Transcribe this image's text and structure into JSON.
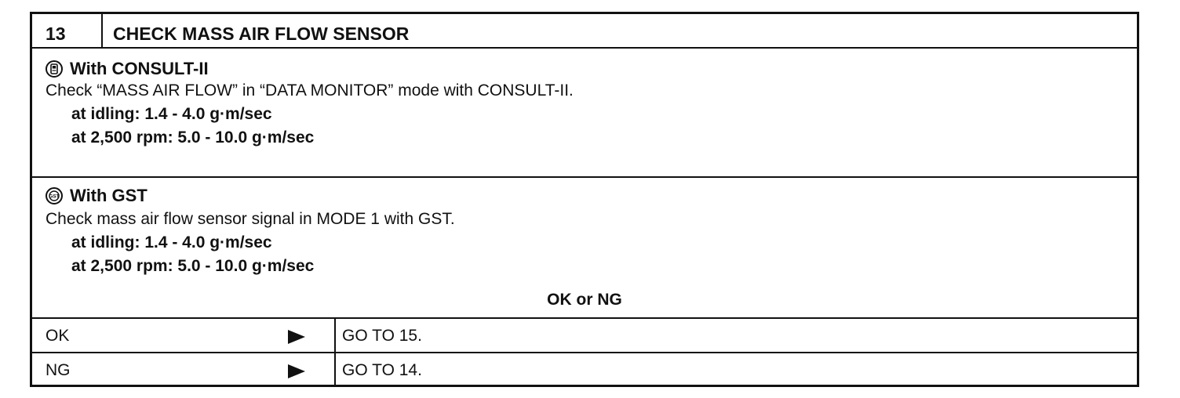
{
  "header": {
    "step": "13",
    "title": "CHECK MASS AIR FLOW SENSOR"
  },
  "section_consult": {
    "heading": "With CONSULT-II",
    "instruction": "Check “MASS AIR FLOW” in “DATA MONITOR” mode with CONSULT-II.",
    "spec_idle": "at idling: 1.4 - 4.0 g·m/sec",
    "spec_rpm": "at 2,500 rpm: 5.0 - 10.0 g·m/sec"
  },
  "section_gst": {
    "heading": "With GST",
    "instruction": "Check mass air flow sensor signal in MODE 1 with GST.",
    "spec_idle": "at idling: 1.4 - 4.0 g·m/sec",
    "spec_rpm": "at 2,500 rpm: 5.0 - 10.0 g·m/sec"
  },
  "result": {
    "prompt": "OK or NG",
    "rows": [
      {
        "label": "OK",
        "action": "GO TO 15."
      },
      {
        "label": "NG",
        "action": "GO TO 14."
      }
    ]
  },
  "icons": {
    "consult": "consult-tester-icon",
    "gst": "gst-icon",
    "arrow": "arrow-right-icon"
  }
}
